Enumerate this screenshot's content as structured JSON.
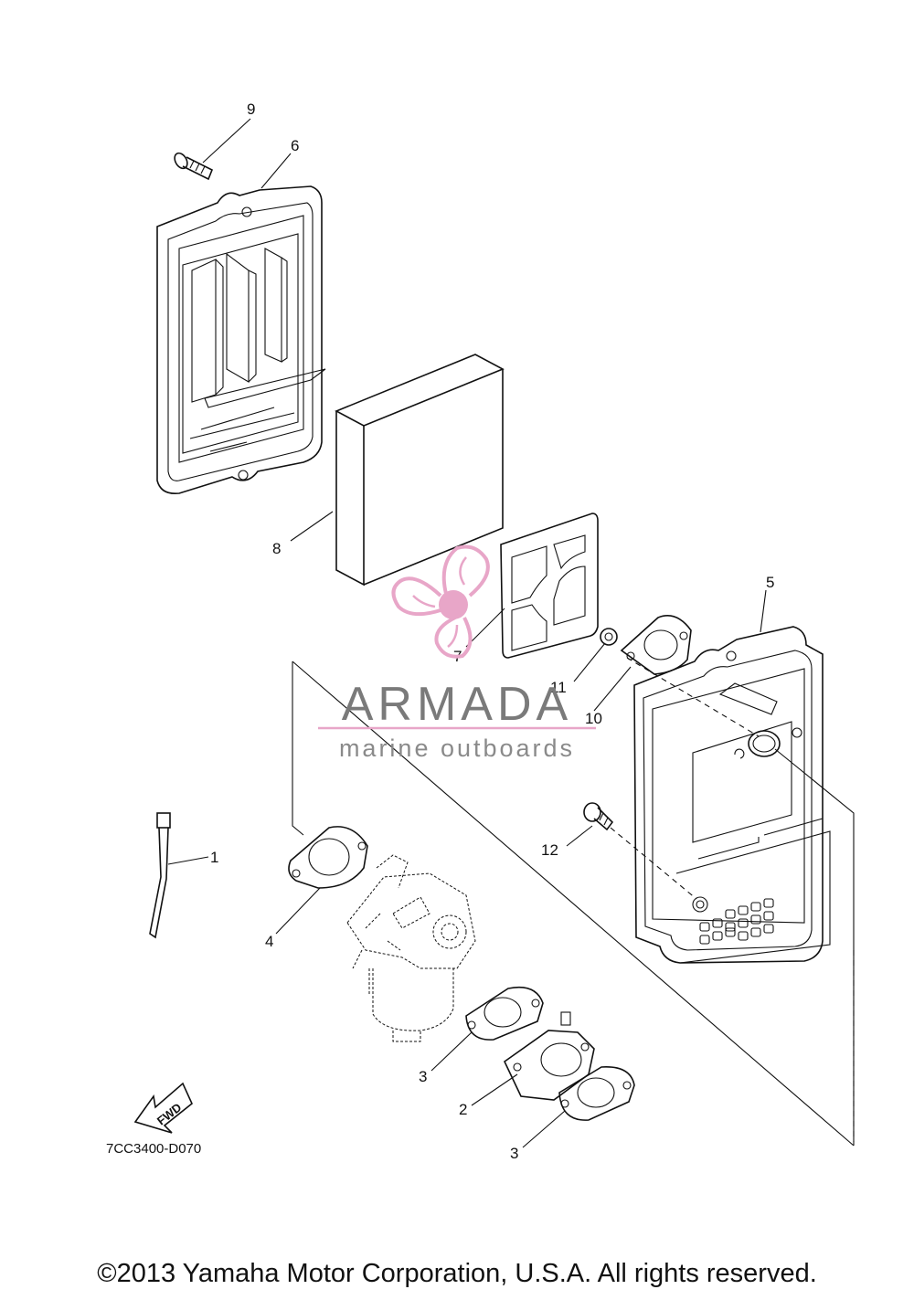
{
  "diagram": {
    "callouts": [
      {
        "id": "c1",
        "text": "1"
      },
      {
        "id": "c2",
        "text": "2"
      },
      {
        "id": "c3a",
        "text": "3"
      },
      {
        "id": "c3b",
        "text": "3"
      },
      {
        "id": "c4",
        "text": "4"
      },
      {
        "id": "c5",
        "text": "5"
      },
      {
        "id": "c6",
        "text": "6"
      },
      {
        "id": "c7",
        "text": "7"
      },
      {
        "id": "c8",
        "text": "8"
      },
      {
        "id": "c9",
        "text": "9"
      },
      {
        "id": "c10",
        "text": "10"
      },
      {
        "id": "c11",
        "text": "11"
      },
      {
        "id": "c12",
        "text": "12"
      }
    ],
    "fwd_label": "FWD",
    "diagram_code": "7CC3400-D070"
  },
  "watermark": {
    "brand": "ARMADA",
    "subtitle": "marine outboards",
    "color": "#e8a6c8"
  },
  "footer": {
    "copyright": "©2013 Yamaha Motor Corporation, U.S.A. All rights reserved."
  }
}
